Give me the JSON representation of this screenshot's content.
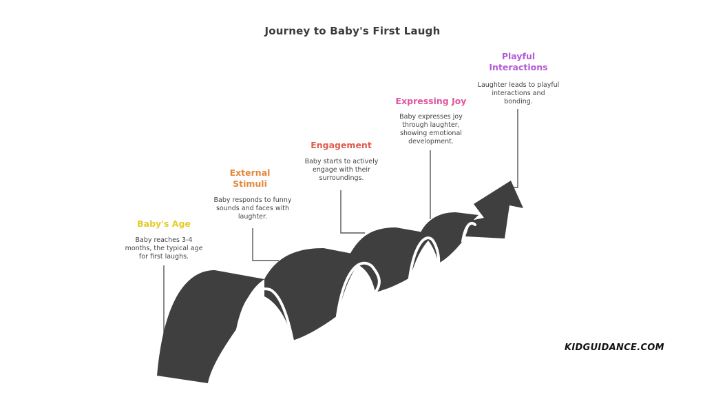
{
  "title": "Journey to Baby's First Laugh",
  "steps": [
    {
      "title": "Baby's Age",
      "description": "Baby reaches 3-4 months, the typical age for first laughs.",
      "color": "#e4cc2a"
    },
    {
      "title": "External Stimuli",
      "description": "Baby responds to funny sounds and faces with laughter.",
      "color": "#e3883a"
    },
    {
      "title": "Engagement",
      "description": "Baby starts to actively engage with their surroundings.",
      "color": "#e05a4d"
    },
    {
      "title": "Expressing Joy",
      "description": "Baby expresses joy through laughter, showing emotional development.",
      "color": "#e0559e"
    },
    {
      "title": "Playful Interactions",
      "description": "Laughter leads to playful interactions and bonding.",
      "color": "#b35ad8"
    }
  ],
  "brand": "KIDGUIDANCE.COM",
  "colors": {
    "ribbon": "#3f3f3f",
    "connector": "#555555"
  }
}
